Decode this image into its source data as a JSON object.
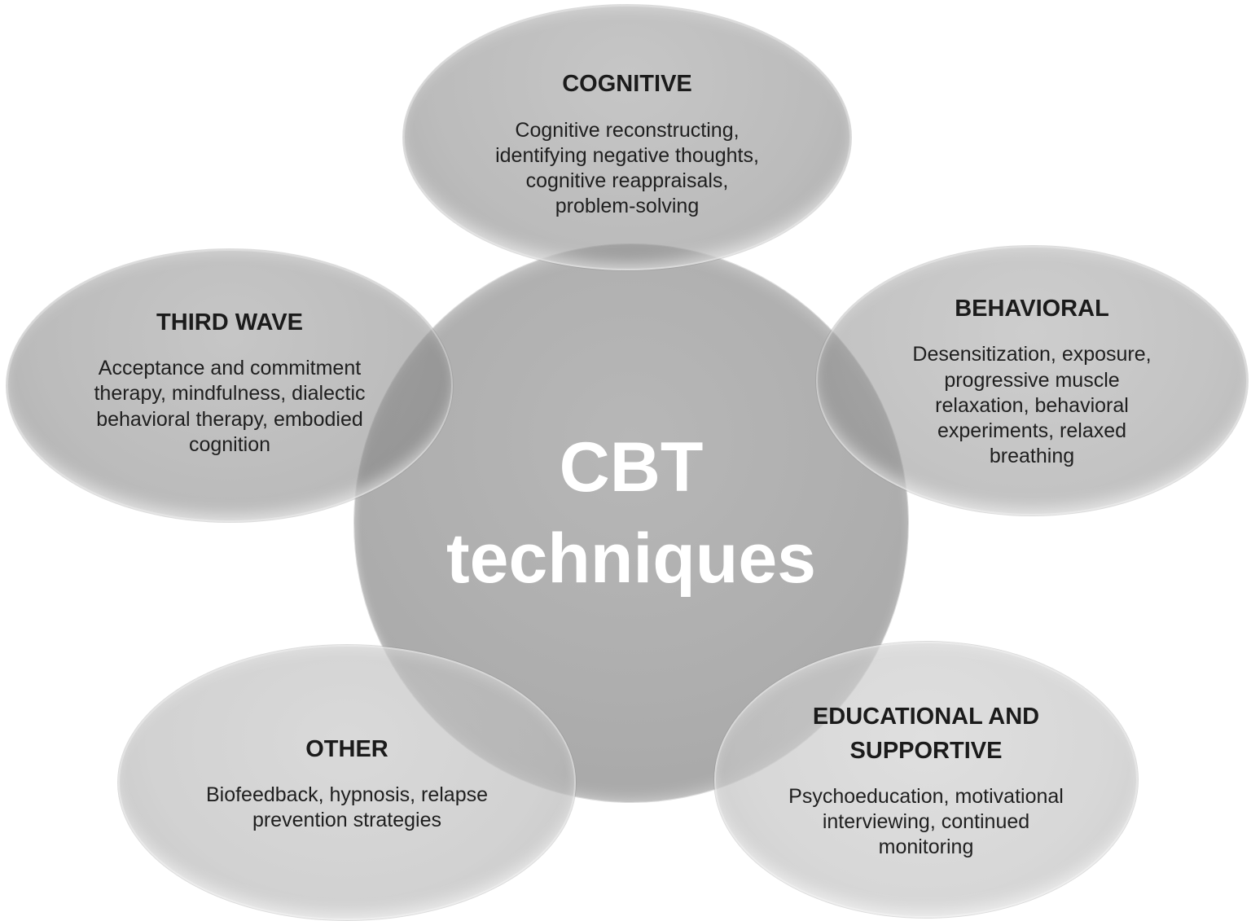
{
  "figure": {
    "center": {
      "label": "CBT\ntechniques"
    },
    "nodes": [
      {
        "id": "cognitive",
        "title": "COGNITIVE",
        "body": "Cognitive reconstructing,\nidentifying negative thoughts,\ncognitive reappraisals,\nproblem-solving"
      },
      {
        "id": "third-wave",
        "title": "THIRD WAVE",
        "body": "Acceptance and commitment\ntherapy, mindfulness, dialectic\nbehavioral therapy, embodied\ncognition"
      },
      {
        "id": "behavioral",
        "title": "BEHAVIORAL",
        "body": "Desensitization, exposure,\nprogressive muscle\nrelaxation, behavioral\nexperiments, relaxed\nbreathing"
      },
      {
        "id": "other",
        "title": "OTHER",
        "body": "Biofeedback, hypnosis, relapse\nprevention strategies"
      },
      {
        "id": "educational-supportive",
        "title": "EDUCATIONAL AND\nSUPPORTIVE",
        "body": "Psychoeducation, motivational\ninterviewing, continued\nmonitoring"
      }
    ],
    "colors": {
      "background": "#ffffff",
      "center_circle_fill": "#adadad",
      "satellite_fill_dark": "#c2c2c2",
      "satellite_fill_light": "#d9d9d9",
      "title_text": "#1b1b1b",
      "body_text": "#1f1f1f",
      "center_text": "#ffffff"
    }
  }
}
